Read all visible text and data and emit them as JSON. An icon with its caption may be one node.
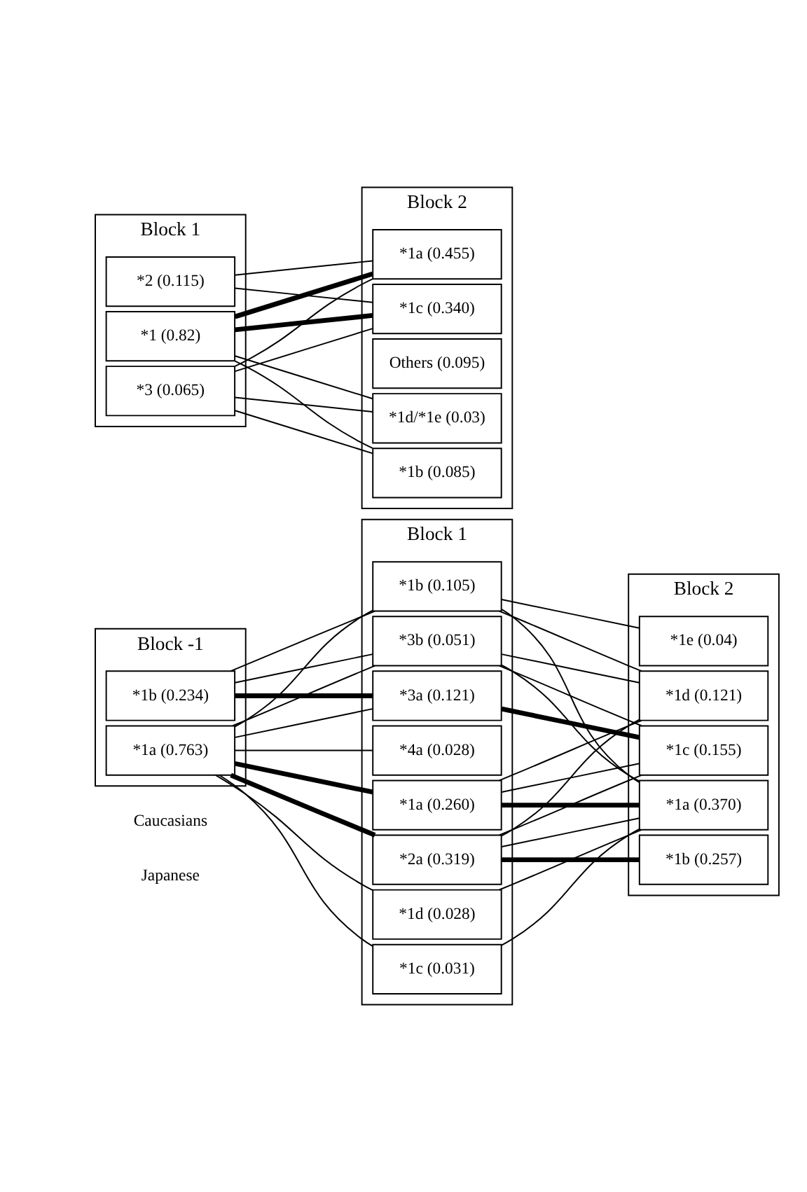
{
  "diagram": {
    "nodes": [
      {
        "text": [
          "Block -1"
        ]
      },
      {
        "text": [
          "*1a (0.763)"
        ],
        "in": 0
      },
      {
        "text": [
          "*1b (0.234)"
        ],
        "in": 0
      },
      {
        "text": [
          "Block 1"
        ]
      },
      {
        "text": [
          "*1a (0.260)"
        ],
        "in": 3
      },
      {
        "text": [
          "*1b (0.105)"
        ],
        "in": 3
      },
      {
        "text": [
          "*1c (0.031)"
        ],
        "in": 3
      },
      {
        "text": [
          "*1d (0.028)"
        ],
        "in": 3
      },
      {
        "text": [
          "*2a (0.319)"
        ],
        "in": 3
      },
      {
        "text": [
          "*3a (0.121)"
        ],
        "in": 3
      },
      {
        "text": [
          "*3b (0.051)"
        ],
        "in": 3
      },
      {
        "text": [
          "*4a (0.028)"
        ],
        "in": 3
      },
      {
        "text": [
          "Block 2"
        ]
      },
      {
        "text": [
          "*1a (0.370)"
        ],
        "in": 12
      },
      {
        "text": [
          "*1b (0.257)"
        ],
        "in": 12
      },
      {
        "text": [
          "*1c (0.155)"
        ],
        "in": 12
      },
      {
        "text": [
          "*1d (0.121)"
        ],
        "in": 12
      },
      {
        "text": [
          "*1e (0.04)"
        ],
        "in": 12
      },
      {
        "text": [
          "Block 1"
        ]
      },
      {
        "text": [
          "*1 (0.82)"
        ],
        "in": 18
      },
      {
        "text": [
          "*2 (0.115)"
        ],
        "in": 18
      },
      {
        "text": [
          "*3 (0.065)"
        ],
        "in": 18
      },
      {
        "text": [
          "Block 2"
        ]
      },
      {
        "text": [
          "*1a (0.455)"
        ],
        "in": 22
      },
      {
        "text": [
          "*1b (0.085)"
        ],
        "in": 22
      },
      {
        "text": [
          "*1c (0.340)"
        ],
        "in": 22
      },
      {
        "text": [
          "*1d/*1e (0.03)"
        ],
        "in": 22
      },
      {
        "text": [
          "Others (0.095)"
        ],
        "in": 22
      }
    ],
    "edges": [
      {
        "from": 1,
        "to": 4,
        "arrow": "none",
        "style": "thick"
      },
      {
        "from": 1,
        "to": 5,
        "arrow": "none"
      },
      {
        "from": 1,
        "to": 6,
        "arrow": "none"
      },
      {
        "from": 1,
        "to": 7,
        "arrow": "none"
      },
      {
        "from": 1,
        "to": 8,
        "arrow": "none",
        "style": "thick"
      },
      {
        "from": 1,
        "to": 9,
        "arrow": "none"
      },
      {
        "from": 1,
        "to": 10,
        "arrow": "none"
      },
      {
        "from": 1,
        "to": 11,
        "arrow": "none"
      },
      {
        "from": 2,
        "to": 5,
        "arrow": "none"
      },
      {
        "from": 2,
        "to": 9,
        "arrow": "none",
        "style": "thick"
      },
      {
        "from": 2,
        "to": 10,
        "arrow": "none"
      },
      {
        "from": 4,
        "to": 13,
        "arrow": "none",
        "style": "thick"
      },
      {
        "from": 4,
        "to": 15,
        "arrow": "none"
      },
      {
        "from": 4,
        "to": 16,
        "arrow": "none"
      },
      {
        "from": 5,
        "to": 13,
        "arrow": "none"
      },
      {
        "from": 5,
        "to": 16,
        "arrow": "none"
      },
      {
        "from": 5,
        "to": 17,
        "arrow": "none"
      },
      {
        "from": 6,
        "to": 13,
        "arrow": "none"
      },
      {
        "from": 7,
        "to": 13,
        "arrow": "none"
      },
      {
        "from": 8,
        "to": 13,
        "arrow": "none"
      },
      {
        "from": 8,
        "to": 14,
        "arrow": "none",
        "style": "thick"
      },
      {
        "from": 8,
        "to": 15,
        "arrow": "none"
      },
      {
        "from": 8,
        "to": 16,
        "arrow": "none"
      },
      {
        "from": 9,
        "to": 15,
        "arrow": "none",
        "style": "thick"
      },
      {
        "from": 10,
        "to": 13,
        "arrow": "none"
      },
      {
        "from": 10,
        "to": 15,
        "arrow": "none"
      },
      {
        "from": 10,
        "to": 16,
        "arrow": "none"
      },
      {
        "from": 19,
        "to": 23,
        "arrow": "none",
        "style": "thick"
      },
      {
        "from": 19,
        "to": 24,
        "arrow": "none"
      },
      {
        "from": 19,
        "to": 25,
        "arrow": "none",
        "style": "thick"
      },
      {
        "from": 19,
        "to": 26,
        "arrow": "none"
      },
      {
        "from": 20,
        "to": 23,
        "arrow": "none"
      },
      {
        "from": 20,
        "to": 25,
        "arrow": "none"
      },
      {
        "from": 21,
        "to": 23,
        "arrow": "none"
      },
      {
        "from": 21,
        "to": 24,
        "arrow": "none"
      },
      {
        "from": 21,
        "to": 25,
        "arrow": "none"
      },
      {
        "from": 21,
        "to": 26,
        "arrow": "none"
      }
    ],
    "labels": [
      "Japanese",
      "Caucasians"
    ]
  }
}
